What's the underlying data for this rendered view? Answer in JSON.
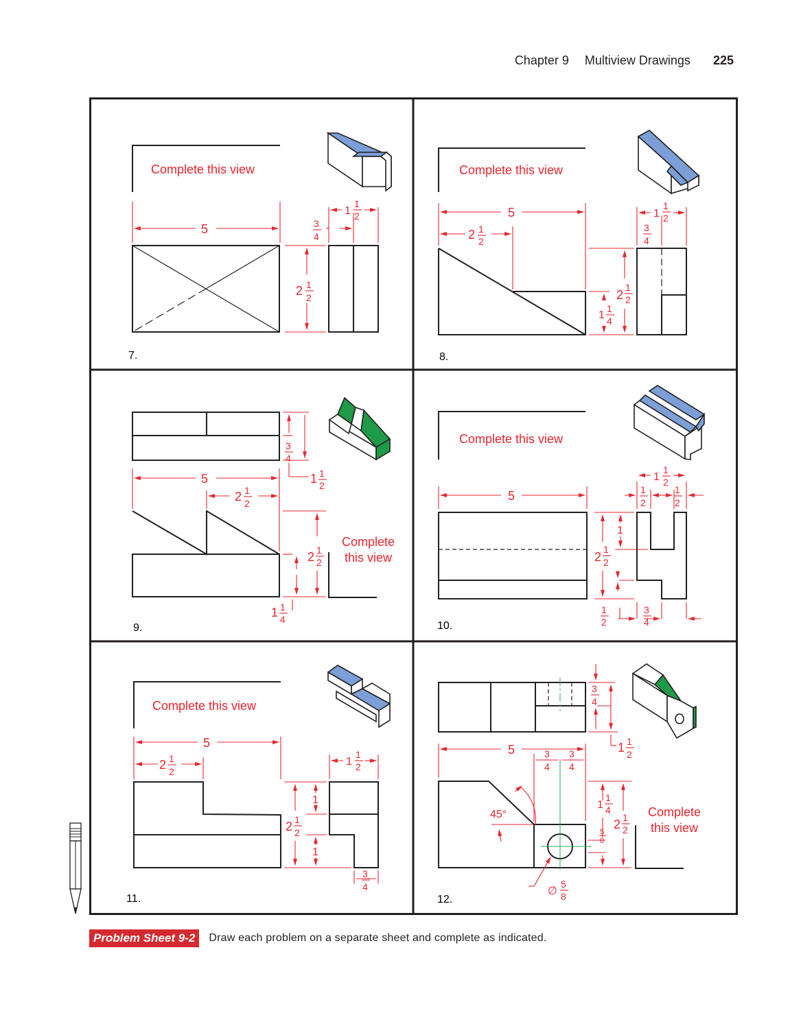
{
  "header": {
    "chapter": "Chapter 9",
    "title": "Multiview Drawings",
    "page_number": "225"
  },
  "problems": [
    {
      "number": "7.",
      "instruction": "Complete this view"
    },
    {
      "number": "8.",
      "instruction": "Complete this view"
    },
    {
      "number": "9.",
      "instruction_line1": "Complete",
      "instruction_line2": "this view"
    },
    {
      "number": "10.",
      "instruction": "Complete this view"
    },
    {
      "number": "11.",
      "instruction": "Complete this view"
    },
    {
      "number": "12.",
      "instruction_line1": "Complete",
      "instruction_line2": "this view"
    }
  ],
  "dimensions": {
    "five": "5",
    "one": "1",
    "two": "2",
    "two_whole": "2",
    "half_num": "1",
    "half_den": "2",
    "quarter_num": "1",
    "quarter_den": "4",
    "three_num": "3",
    "four_den": "4",
    "five_num": "5",
    "eight_den": "8",
    "angle": "45°",
    "diameter_symbol": "∅"
  },
  "footer": {
    "badge": "Problem Sheet 9-2",
    "text": "Draw each problem on a separate sheet and complete as indicated."
  },
  "colors": {
    "dimension": "#e8252f",
    "blue_face": "#7b9fd6",
    "green_face": "#1f9a48",
    "badge": "#d42a2f"
  }
}
